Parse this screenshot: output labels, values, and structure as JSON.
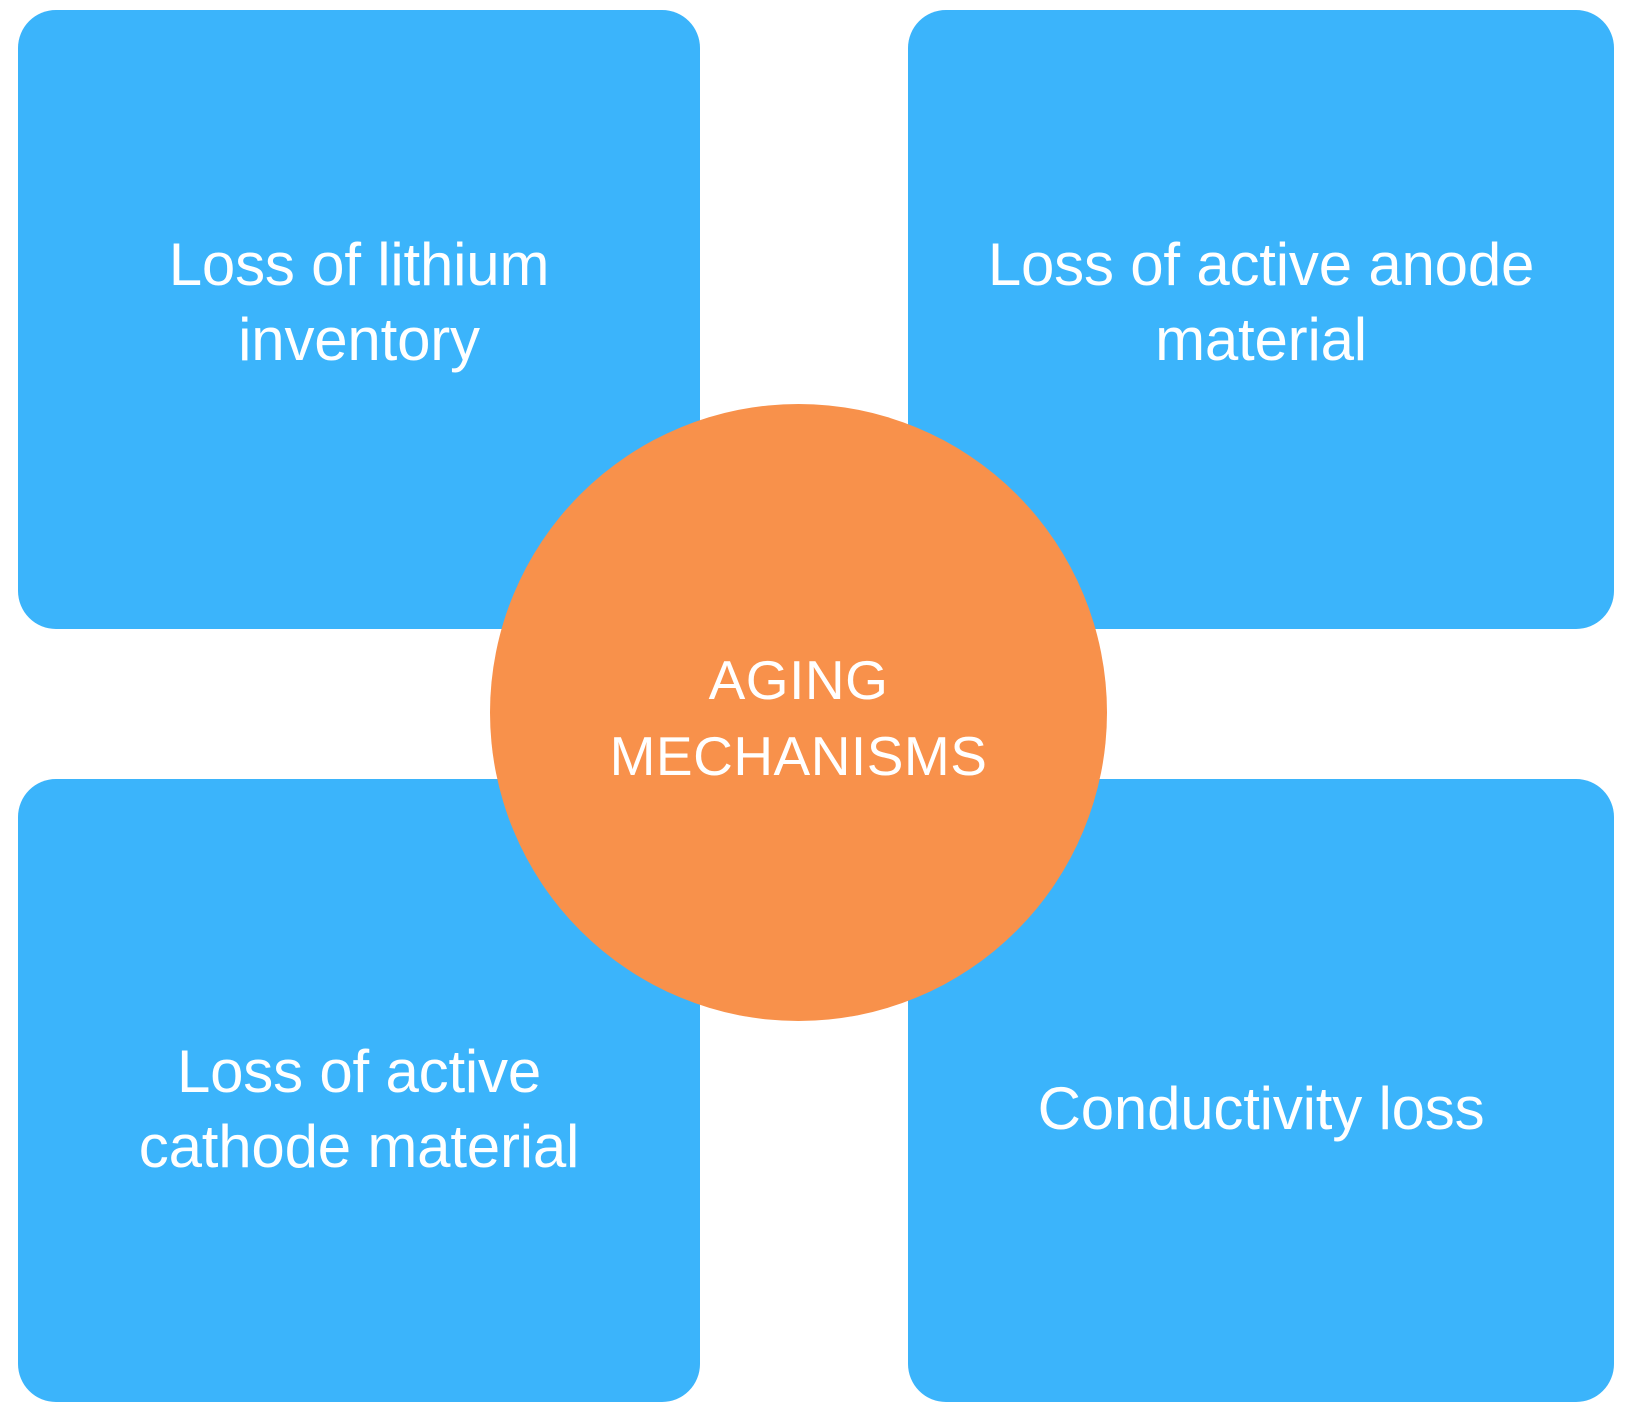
{
  "diagram": {
    "type": "hub-and-spoke",
    "title": "AGING MECHANISMS",
    "background_color": "#FFFFFF",
    "hub": {
      "label": "AGING\nMECHANISMS",
      "shape": "circle",
      "fill_color": "#F8914B",
      "text_color": "#FFFFFF"
    },
    "nodes": [
      {
        "id": "loss-of-lithium-inventory",
        "position": "top-left",
        "label": "Loss of lithium\ninventory",
        "fill_color": "#3BB4FB",
        "text_color": "#FFFFFF",
        "shape": "rounded-rectangle"
      },
      {
        "id": "loss-of-active-anode-material",
        "position": "top-right",
        "label": "Loss of active anode\nmaterial",
        "fill_color": "#3BB4FB",
        "text_color": "#FFFFFF",
        "shape": "rounded-rectangle"
      },
      {
        "id": "loss-of-active-cathode-material",
        "position": "bottom-left",
        "label": "Loss of active\ncathode material",
        "fill_color": "#3BB4FB",
        "text_color": "#FFFFFF",
        "shape": "rounded-rectangle"
      },
      {
        "id": "conductivity-loss",
        "position": "bottom-right",
        "label": "Conductivity loss",
        "fill_color": "#3BB4FB",
        "text_color": "#FFFFFF",
        "shape": "rounded-rectangle"
      }
    ]
  }
}
